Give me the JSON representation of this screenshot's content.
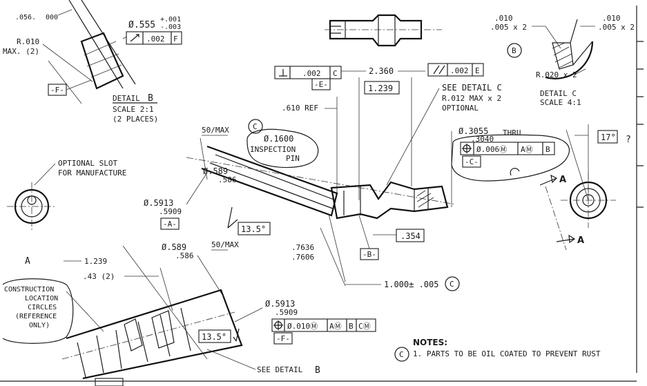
{
  "detail_b": {
    "dim_top": ".056.",
    "dim_top_sub": "000",
    "radius": "R.010",
    "radius_max": "MAX. (2)",
    "dia_main": "Ø.555",
    "dia_tol_upper": "+.001",
    "dia_tol_lower": "-.003",
    "profile_tol": ".002",
    "profile_datum": "F",
    "datum_label": "-F-",
    "title_word": "DETAIL",
    "title_letter": "B",
    "scale": "SCALE  2:1",
    "places": "(2 PLACES)"
  },
  "detail_c": {
    "dim_left_a": ".010",
    "dim_left_b": ".005  x 2",
    "dim_right_a": ".010",
    "dim_right_b": ".005  x 2",
    "circle_label": "B",
    "radius": "R.020 x 2",
    "title": "DETAIL  C",
    "scale": "SCALE  4:1"
  },
  "top_frames": {
    "perp_tol": ".002",
    "perp_datum": "C",
    "datum_e": "-E-",
    "dim_2360": "2.360",
    "parallel_tol": ".002",
    "parallel_datum": "E",
    "dim_1239": "1.239"
  },
  "notes_right": {
    "see_detail": "SEE DETAIL  C",
    "radius": "R.012 MAX x 2",
    "optional": "OPTIONAL",
    "ref_610": ".610 REF"
  },
  "main_view": {
    "dim_50max": "50/MAX",
    "inspection_circle": "C",
    "insp_dia": "Ø.1600",
    "insp_label_1": "INSPECTION",
    "insp_label_2": "PIN",
    "dia_589": "Ø.589",
    "dia_586": ".586",
    "dia_5913": "Ø.5913",
    "dia_5909": ".5909",
    "datum_a": "-A-",
    "angle_135": "13.5°",
    "thru_dia_a": "Ø.3055",
    "thru_dia_b": ".3040",
    "thru": "THRU",
    "pos_tol": "Ø.006Ⓜ",
    "pos_datum_1": "AⓂ",
    "pos_datum_2": "B",
    "datum_c": "-C-",
    "dim_354": ".354",
    "datum_b": "-B-",
    "dim_7636": ".7636",
    "dim_7606": ".7606",
    "dim_1000": "1.000± .005",
    "dim_1000_circle": "C"
  },
  "side_view": {
    "angle_17": "17°",
    "question": "?",
    "section_a": "A"
  },
  "left_notes": {
    "optional_slot_1": "OPTIONAL SLOT",
    "optional_slot_2": "FOR MANUFACTURE"
  },
  "lower_view": {
    "scribble": "A",
    "dim_1239": "1.239",
    "dim_43": ".43  (2)",
    "construction_1": "CONSTRUCTION",
    "construction_2": "LOCATION",
    "construction_3": "CIRCLES",
    "construction_4": "(REFERENCE",
    "construction_5": "ONLY)",
    "dia_589": "Ø.589",
    "dia_586": ".586",
    "dim_50max": "50/MAX",
    "dia_5913": "Ø.5913",
    "dia_5909": ".5909",
    "pos_tol": "Ø.010Ⓜ",
    "pos_datum_1": "AⓂ",
    "pos_datum_2": "B",
    "pos_datum_3": "CⓂ",
    "datum_f": "-F-",
    "angle_135": "13.5°",
    "see_detail": "SEE DETAIL",
    "see_detail_letter": "B"
  },
  "notes": {
    "heading": "NOTES:",
    "circle": "C",
    "item_1": "1.  PARTS TO BE OIL COATED TO PREVENT RUST"
  }
}
